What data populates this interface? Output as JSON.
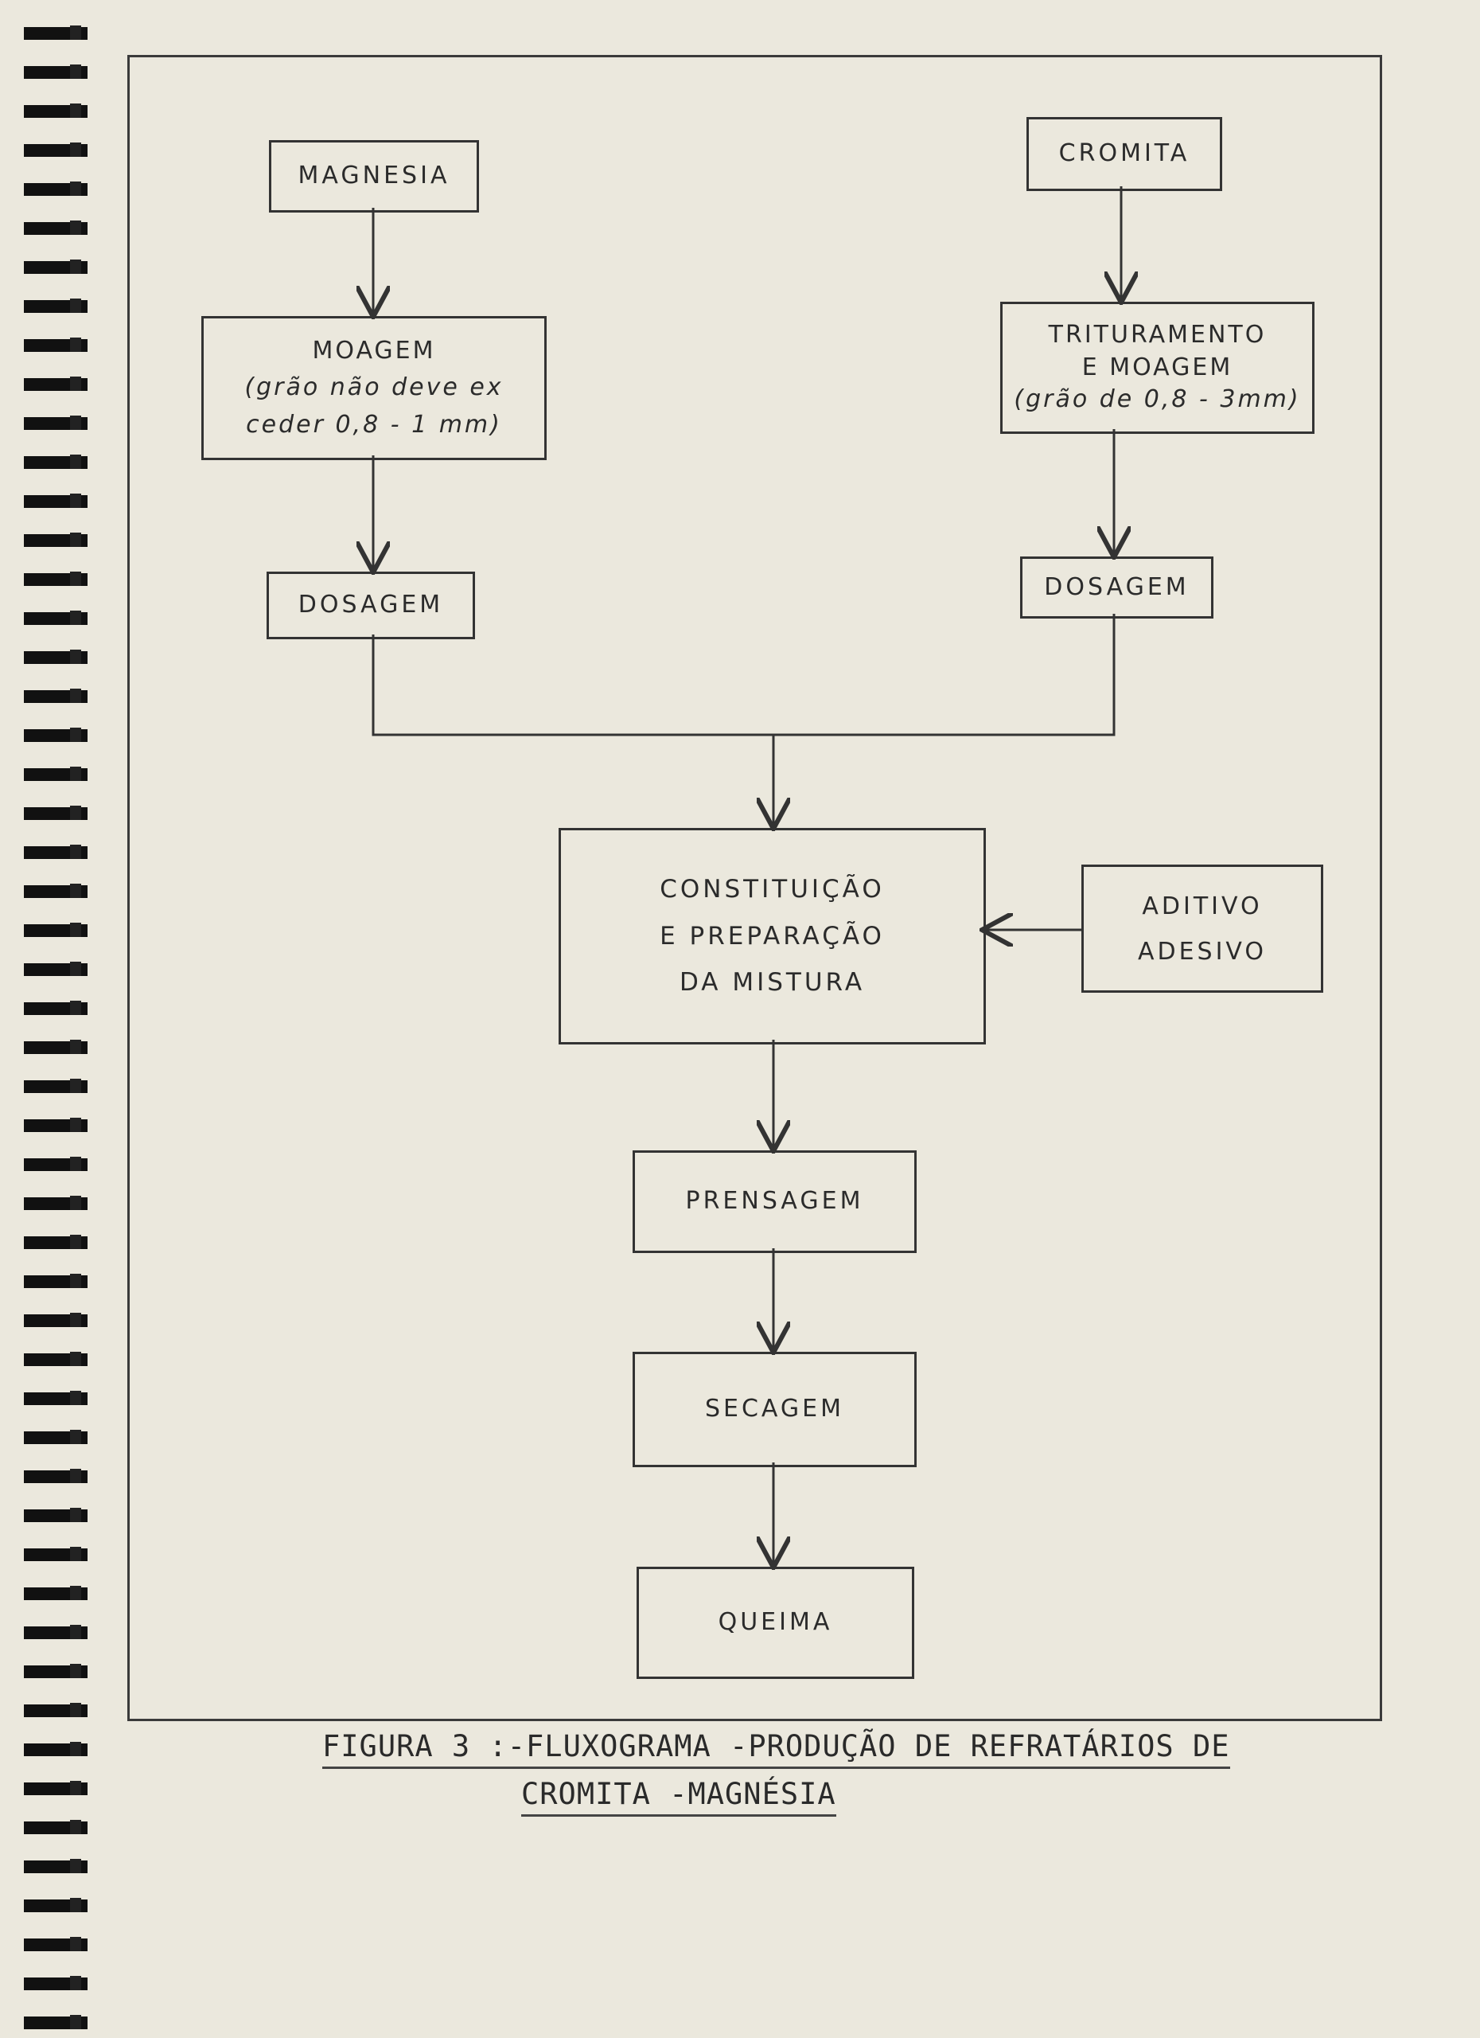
{
  "diagram": {
    "nodes": {
      "magnesia": "MAGNESIA",
      "cromita": "CROMITA",
      "moagem_left": [
        "MOAGEM",
        "(grão não deve ex",
        "ceder  0,8 - 1 mm)"
      ],
      "trituramento": [
        "TRITURAMENTO",
        "E MOAGEM",
        "(grão de 0,8 - 3mm)"
      ],
      "dosagem_left": "DOSAGEM",
      "dosagem_right": "DOSAGEM",
      "constituicao": [
        "CONSTITUIÇÃO",
        "E PREPARAÇÃO",
        "DA MISTURA"
      ],
      "aditivo": [
        "ADITIVO",
        "ADESIVO"
      ],
      "prensagem": "PRENSAGEM",
      "secagem": "SECAGEM",
      "queima": "QUEIMA"
    }
  },
  "caption": {
    "line1": "FIGURA 3 :-FLUXOGRAMA -PRODUÇÃO DE REFRATÁRIOS DE",
    "line2": "CROMITA -MAGNÉSIA"
  }
}
